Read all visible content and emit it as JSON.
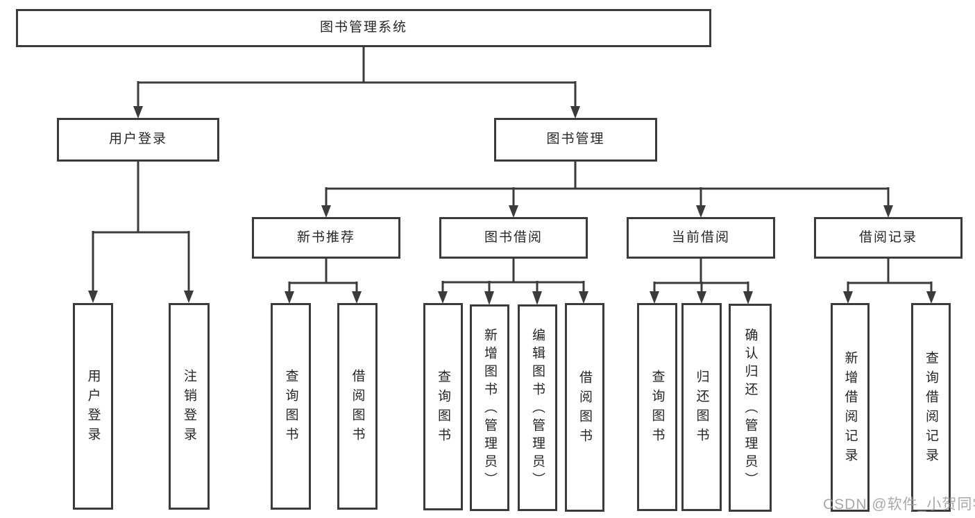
{
  "diagram": {
    "root": {
      "label": "图书管理系统"
    },
    "branches": [
      {
        "label": "用户登录",
        "children": [
          {
            "label": "用户登录"
          },
          {
            "label": "注销登录"
          }
        ]
      },
      {
        "label": "图书管理",
        "children": [
          {
            "label": "新书推荐",
            "children": [
              {
                "label": "查询图书"
              },
              {
                "label": "借阅图书"
              }
            ]
          },
          {
            "label": "图书借阅",
            "children": [
              {
                "label": "查询图书"
              },
              {
                "label": "新增图书（管理员）"
              },
              {
                "label": "编辑图书（管理员）"
              },
              {
                "label": "借阅图书"
              }
            ]
          },
          {
            "label": "当前借阅",
            "children": [
              {
                "label": "查询图书"
              },
              {
                "label": "归还图书"
              },
              {
                "label": "确认归还（管理员）"
              }
            ]
          },
          {
            "label": "借阅记录",
            "children": [
              {
                "label": "新增借阅记录"
              },
              {
                "label": "查询借阅记录"
              }
            ]
          }
        ]
      }
    ]
  },
  "watermark": "CSDN @软件_小贺同学",
  "colors": {
    "line": "#3b3b3b",
    "box_border": "#3b3b3b",
    "text": "#262626",
    "watermark": "#9e9e9e",
    "background": "#ffffff"
  }
}
